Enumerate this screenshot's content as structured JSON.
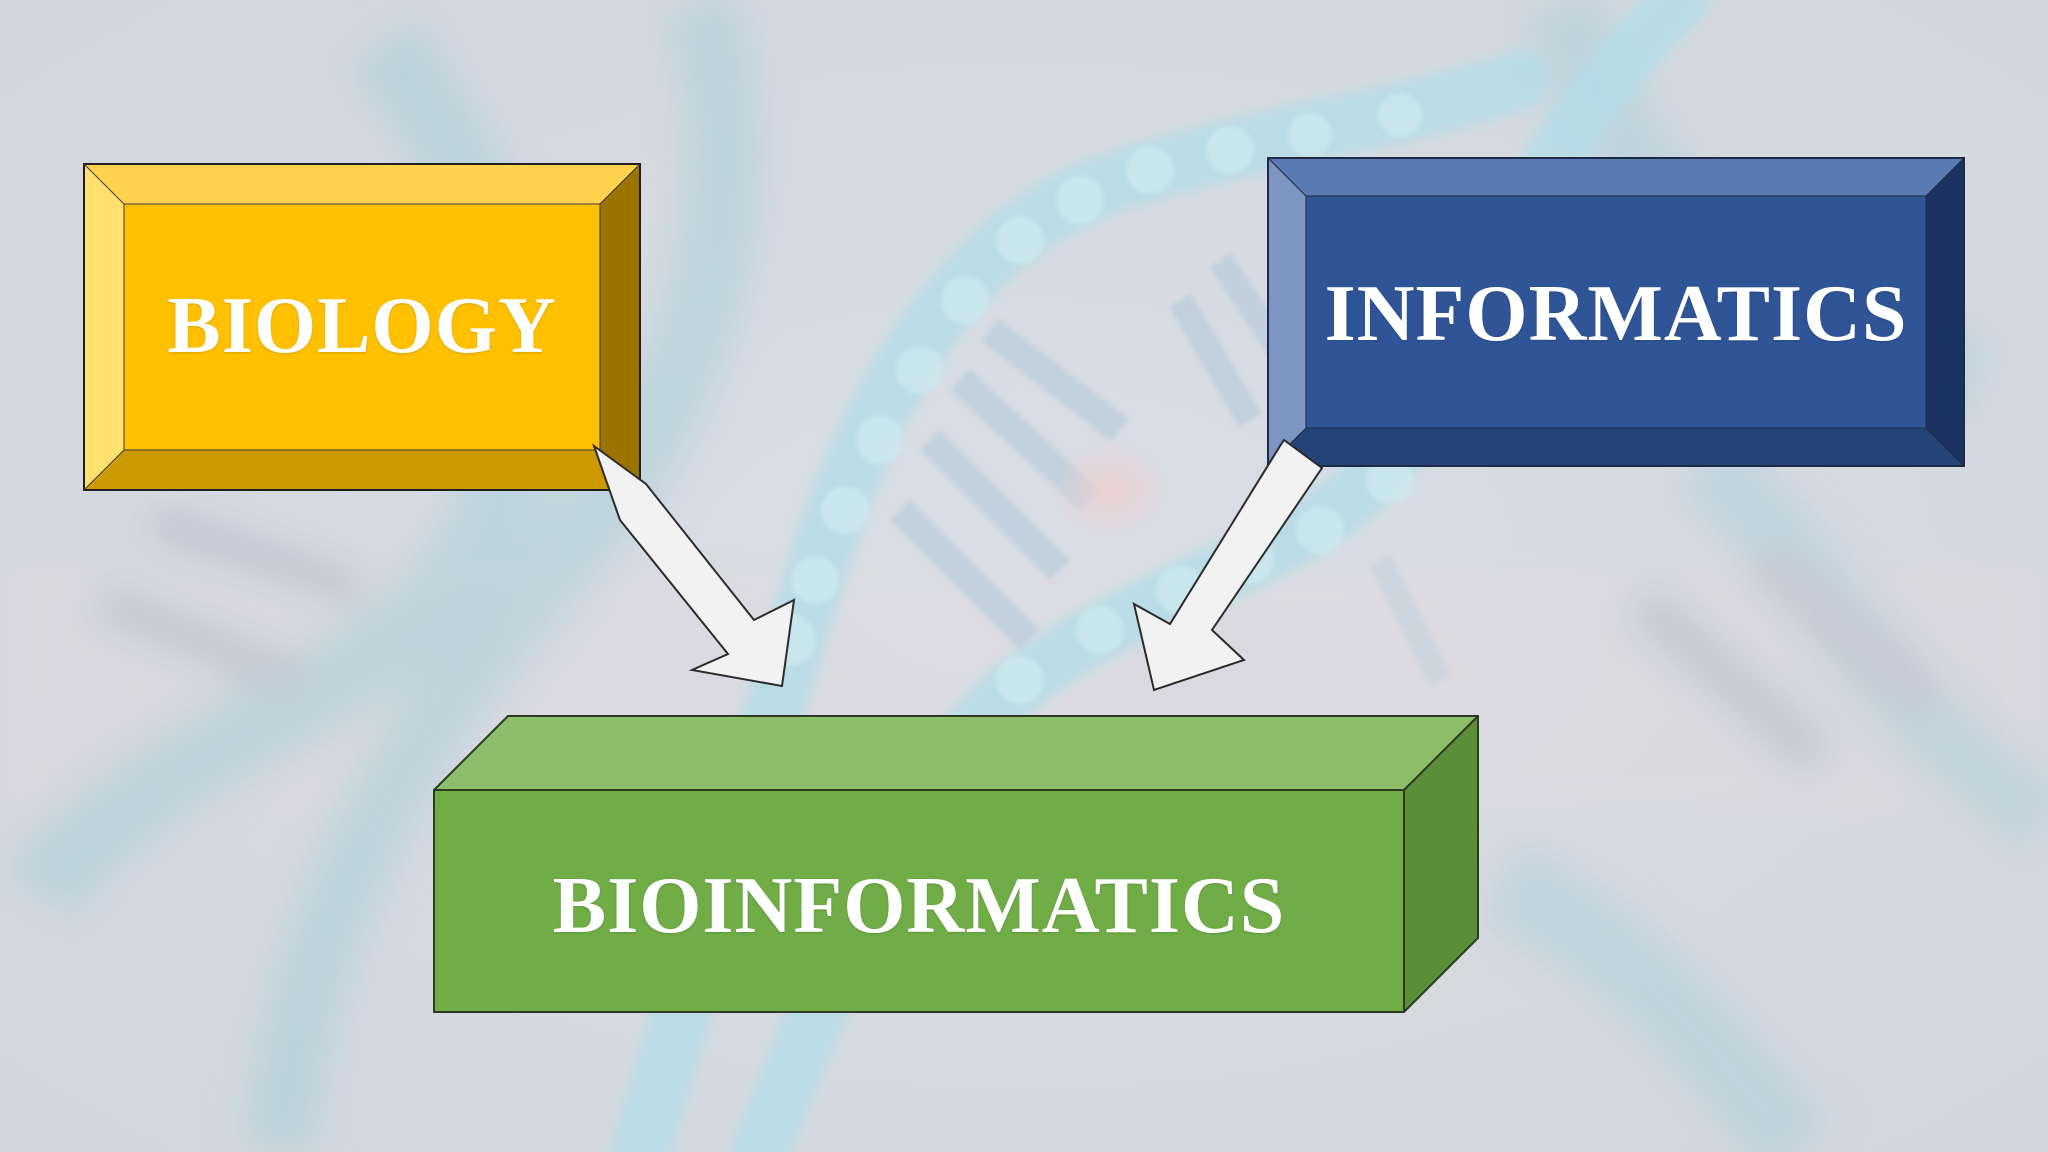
{
  "diagram": {
    "boxes": [
      {
        "id": "biology",
        "label": "BIOLOGY",
        "color": "#ffc000"
      },
      {
        "id": "informatics",
        "label": "INFORMATICS",
        "color": "#2f5597"
      },
      {
        "id": "bioinformatics",
        "label": "BIOINFORMATICS",
        "color": "#70ad47"
      }
    ],
    "arrows": [
      {
        "from": "biology",
        "to": "bioinformatics",
        "color": "#f2f2f2"
      },
      {
        "from": "informatics",
        "to": "bioinformatics",
        "color": "#f2f2f2"
      }
    ],
    "background": {
      "subject": "dna-double-helix",
      "tint": "#dadde3",
      "glow": "#7fdff0"
    }
  }
}
